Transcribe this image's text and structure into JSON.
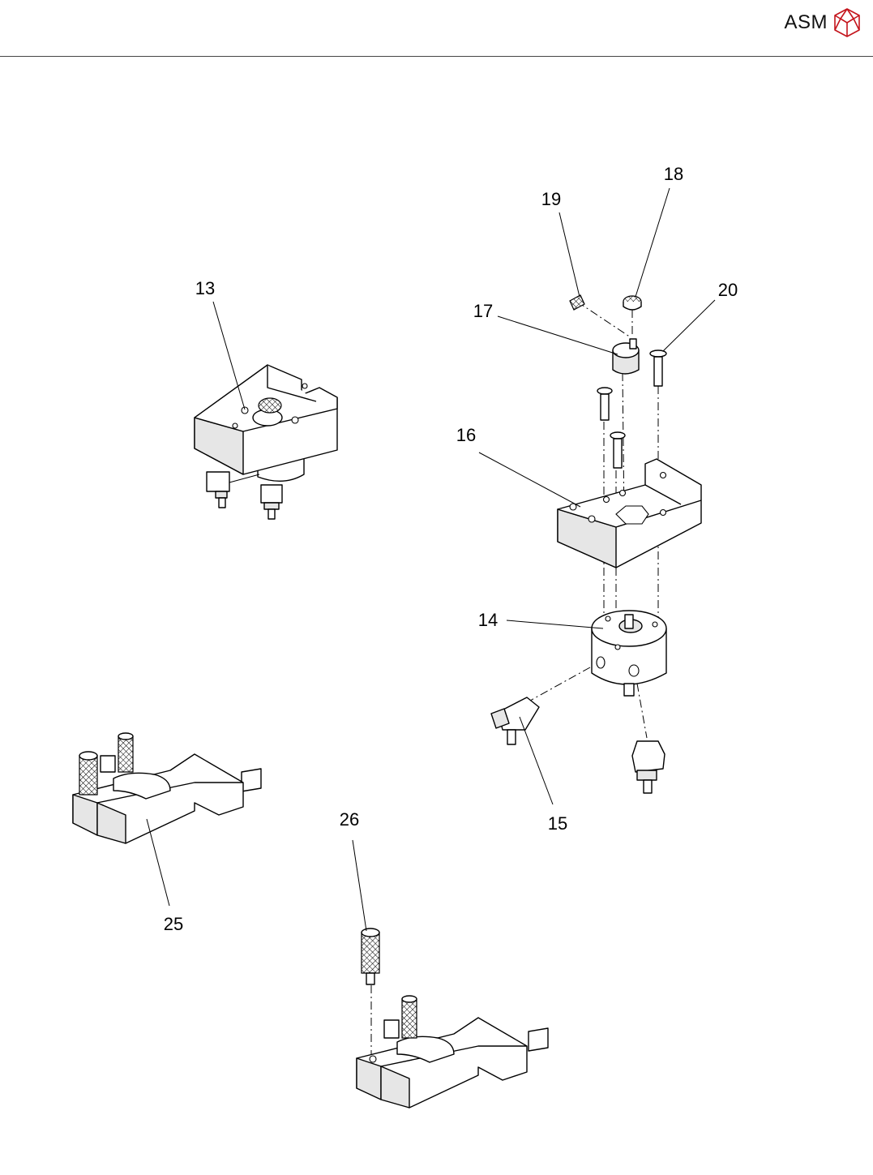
{
  "header": {
    "brand": "ASM",
    "brand_icon": "asm-cube-logo-icon"
  },
  "callouts": {
    "c13": "13",
    "c14": "14",
    "c15": "15",
    "c16": "16",
    "c17": "17",
    "c18": "18",
    "c19": "19",
    "c20": "20",
    "c25": "25",
    "c26": "26"
  }
}
